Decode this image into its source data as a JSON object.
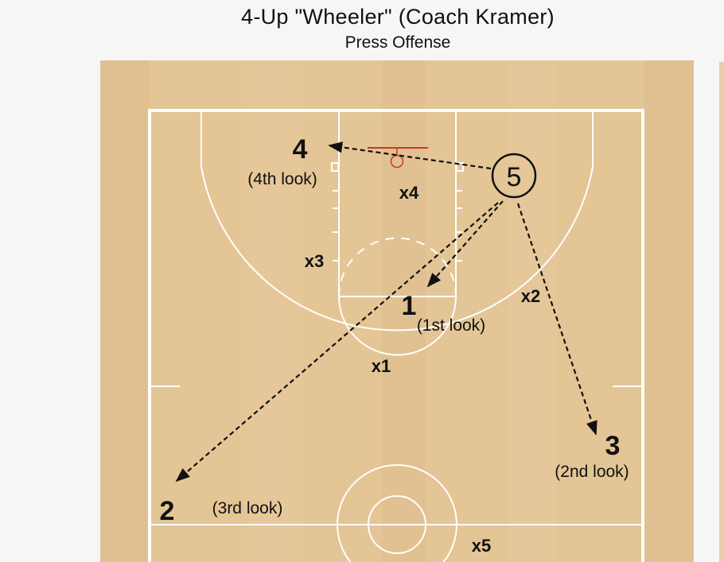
{
  "diagram": {
    "title": "4-Up \"Wheeler\" (Coach Kramer)",
    "subtitle": "Press Offense",
    "players": {
      "p1": "1",
      "p2": "2",
      "p3": "3",
      "p4": "4",
      "p5": "5"
    },
    "looks": {
      "p1": "(1st look)",
      "p2": "(3rd look)",
      "p3": "(2nd look)",
      "p4": "(4th look)"
    },
    "defenders": {
      "x1": "x1",
      "x2": "x2",
      "x3": "x3",
      "x4": "x4",
      "x5": "x5"
    }
  },
  "colors": {
    "floor": "#e3c596",
    "lines": "#ffffff",
    "rim": "#c23b22",
    "ink": "#111111"
  }
}
